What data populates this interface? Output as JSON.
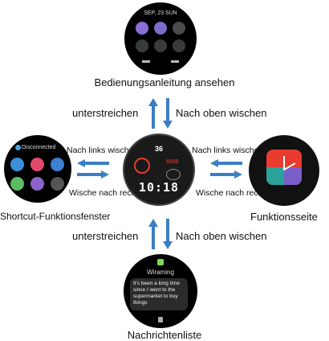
{
  "top": {
    "date": "SEP, 23 SUN",
    "caption": "Bedienungsanleitung ansehen"
  },
  "flow_labels": {
    "up_top": "unterstreichen",
    "down_top": "Nach oben wischen",
    "up_bottom": "unterstreichen",
    "down_bottom": "Nach oben wischen",
    "left_upper": "Nach links wischen",
    "left_lower": "Wische nach rechts",
    "right_upper": "Nach links wischen",
    "right_lower": "Wische nach rechts"
  },
  "left": {
    "status": "Disconnected",
    "caption": "Shortcut-Funktionsfenster"
  },
  "right": {
    "caption": "Funktionsseite"
  },
  "bottom": {
    "app": "Wiraming",
    "message": "It's been a long time since I went to the supermarket to buy things",
    "caption": "Nachrichtenliste"
  },
  "center": {
    "time": "10:18",
    "top_value": "36",
    "sub_value": "8688"
  },
  "colors": {
    "arrow": "#3a7fc4",
    "accent_red": "#e83a2e",
    "teal": "#2aa39a",
    "purple": "#7a5fc9"
  }
}
